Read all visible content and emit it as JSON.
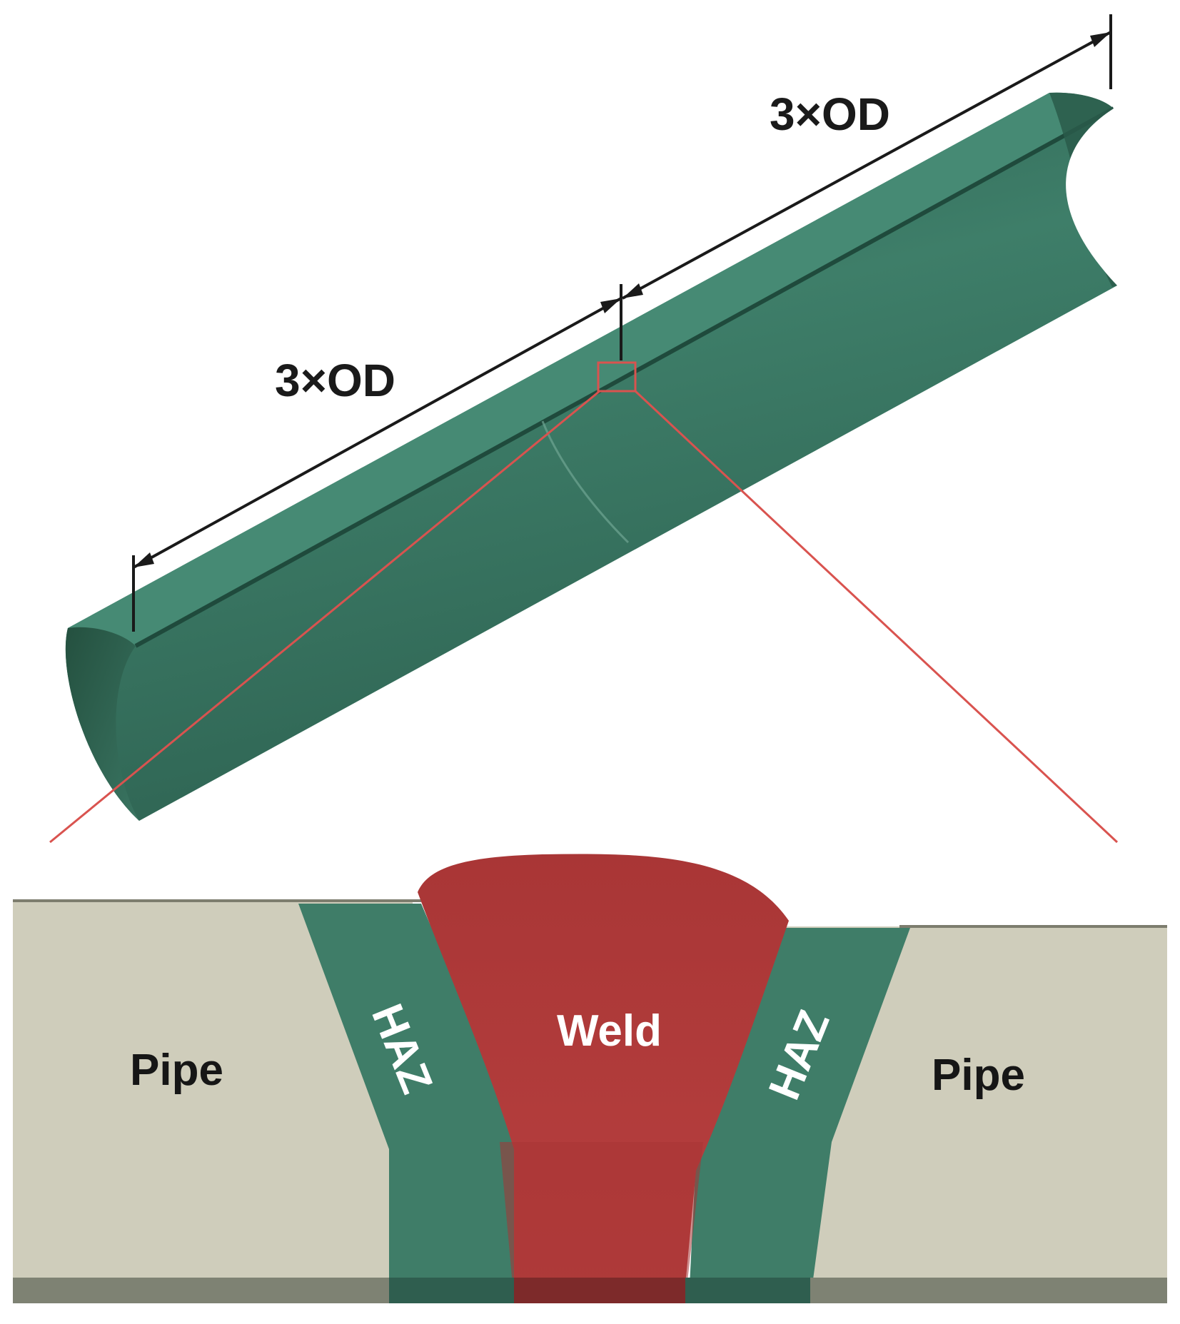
{
  "dimensions": {
    "left_label": "3×OD",
    "right_label": "3×OD"
  },
  "cross_section": {
    "left_pipe_label": "Pipe",
    "right_pipe_label": "Pipe",
    "left_haz_label": "HAZ",
    "right_haz_label": "HAZ",
    "weld_label": "Weld"
  },
  "colors": {
    "pipe_green": "#3d7a66",
    "pipe_green_dark": "#2b5e4d",
    "pipe_green_light": "#4f8c77",
    "haz_green": "#3f7d68",
    "weld_red": "#b03a3a",
    "weld_red_dark": "#9c2f31",
    "base_metal": "#cfcdbb",
    "base_metal_shadow": "#8c8c7a",
    "zoom_line_red": "#d9534f",
    "dimension_line": "#1a1a1a"
  }
}
